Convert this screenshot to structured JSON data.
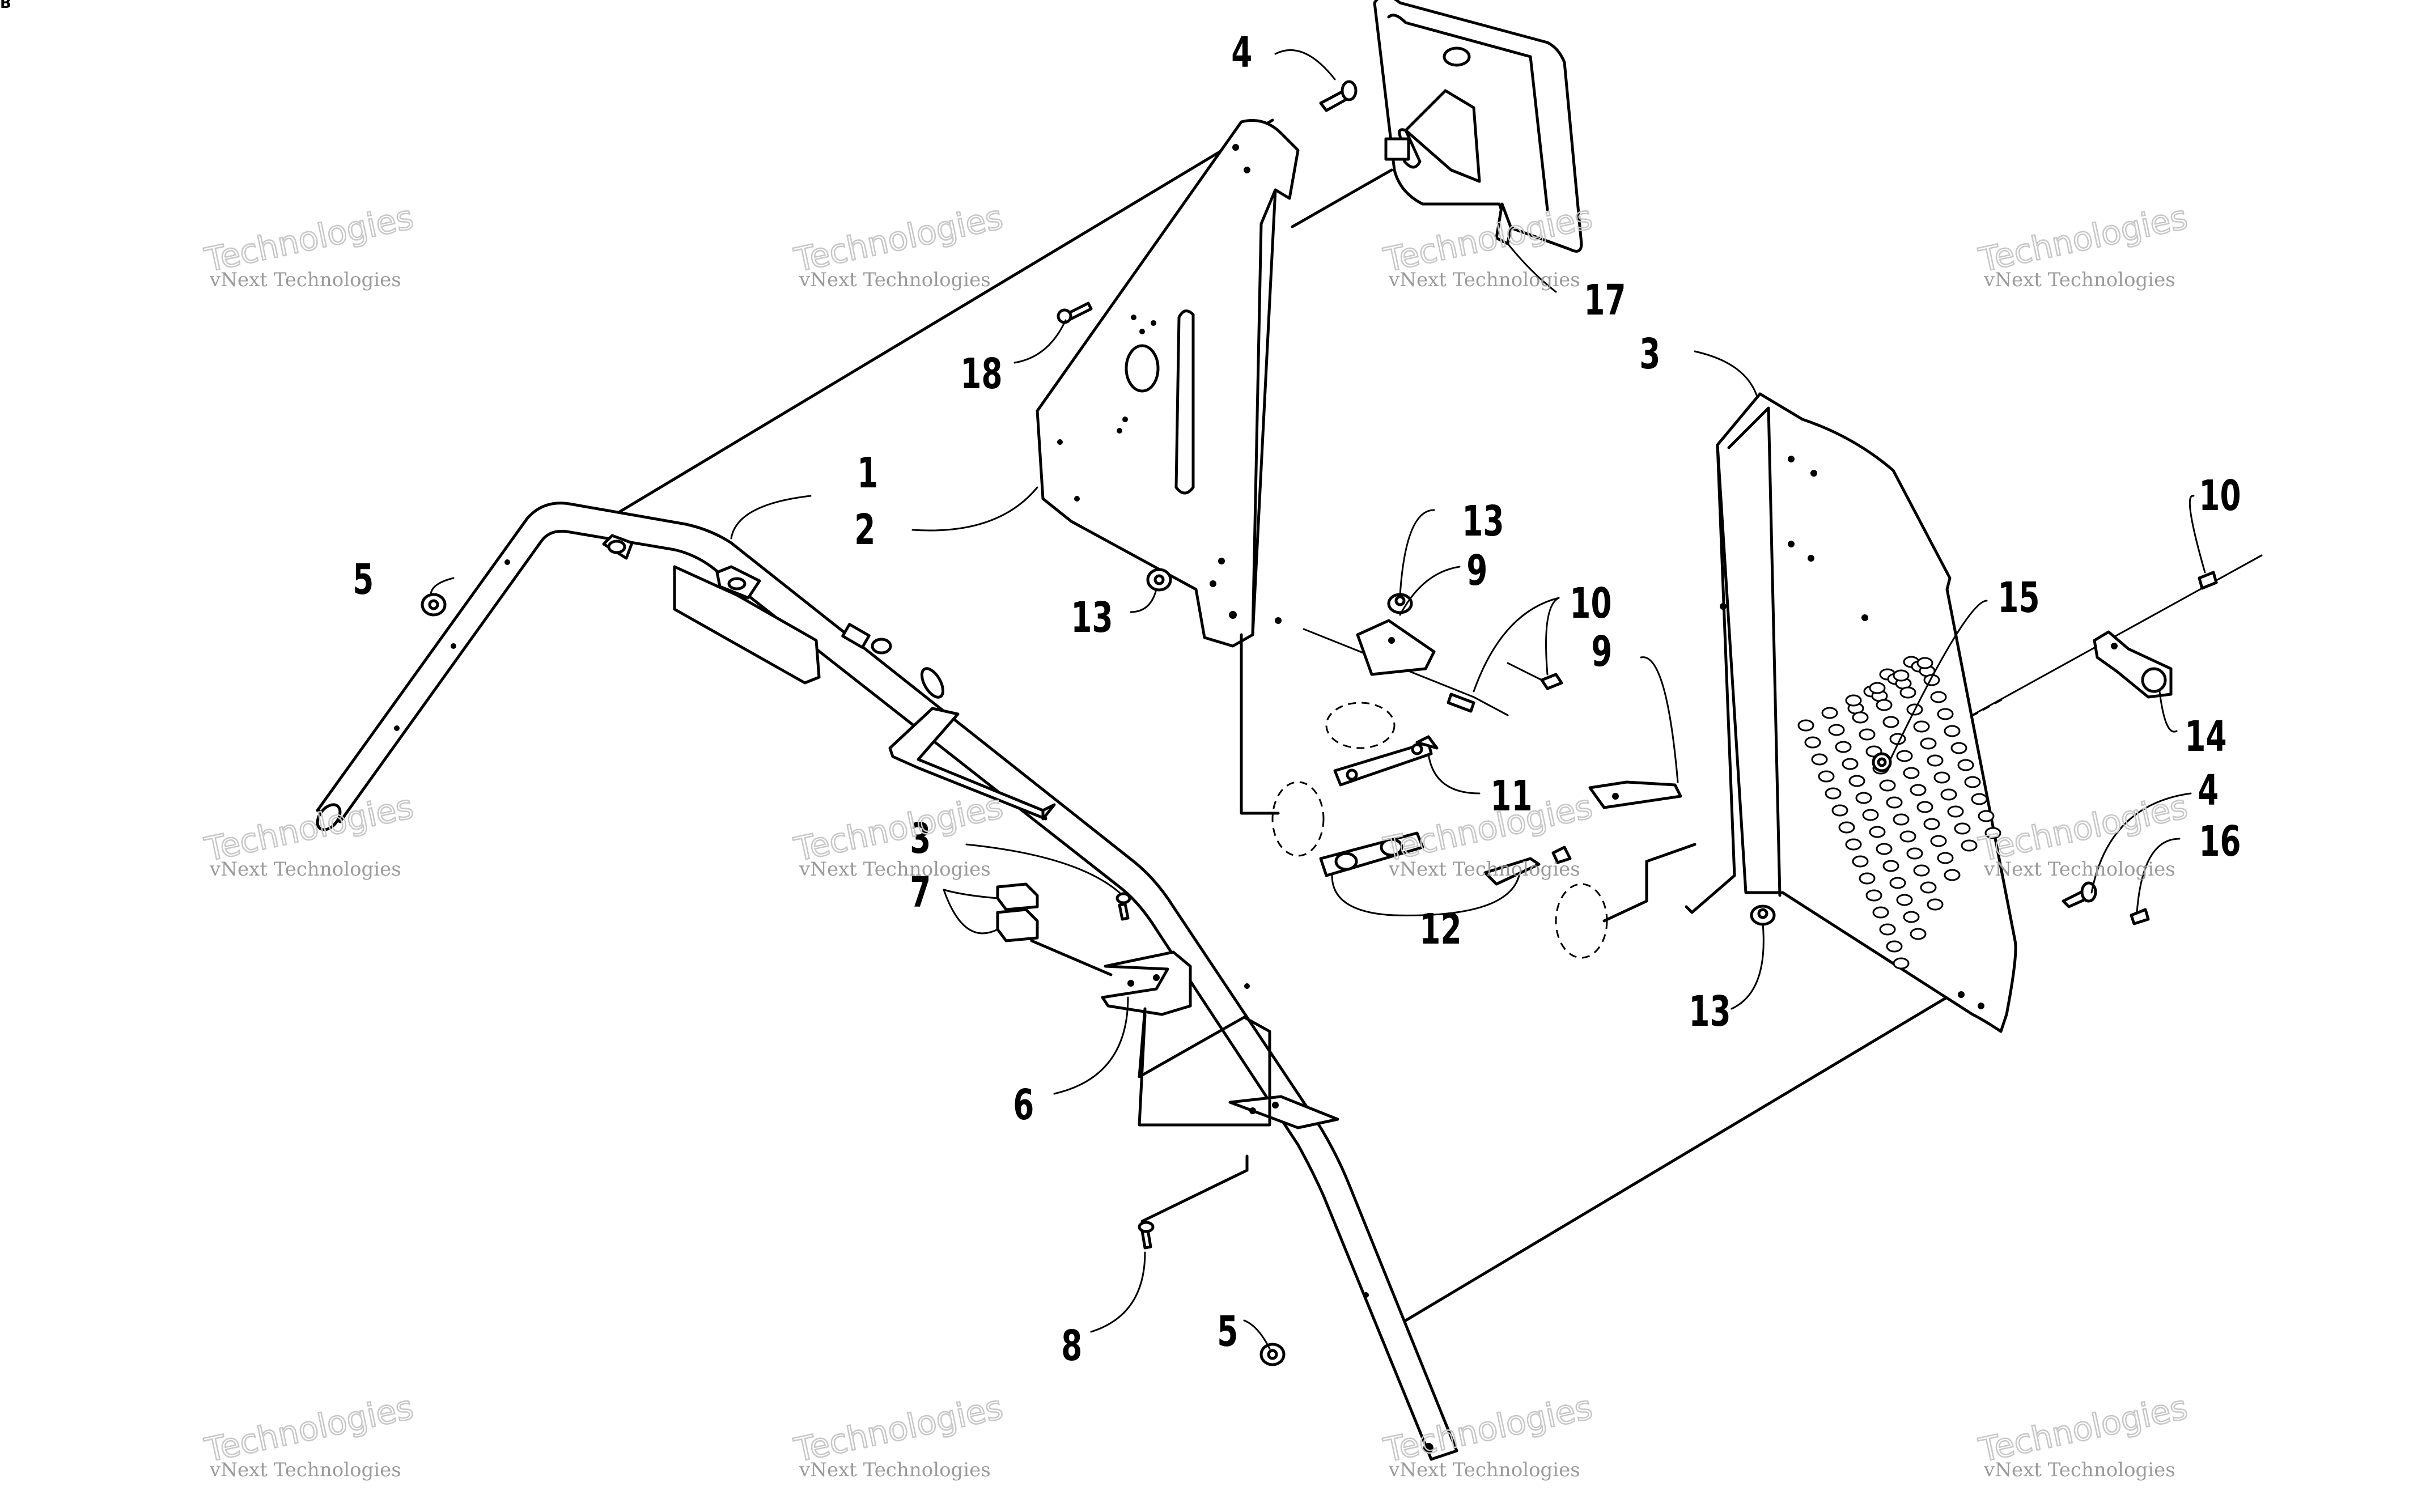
{
  "diagram": {
    "type": "exploded-parts-diagram",
    "corner_mark": "B",
    "callouts": [
      {
        "id": "callout-1",
        "label": "1"
      },
      {
        "id": "callout-2",
        "label": "2"
      },
      {
        "id": "callout-3-upper",
        "label": "3"
      },
      {
        "id": "callout-3-lower",
        "label": "3"
      },
      {
        "id": "callout-4-upper",
        "label": "4"
      },
      {
        "id": "callout-4-right",
        "label": "4"
      },
      {
        "id": "callout-5-left",
        "label": "5"
      },
      {
        "id": "callout-5-lower",
        "label": "5"
      },
      {
        "id": "callout-6",
        "label": "6"
      },
      {
        "id": "callout-7",
        "label": "7"
      },
      {
        "id": "callout-8",
        "label": "8"
      },
      {
        "id": "callout-9-left",
        "label": "9"
      },
      {
        "id": "callout-9-right",
        "label": "9"
      },
      {
        "id": "callout-10-center",
        "label": "10"
      },
      {
        "id": "callout-10-right",
        "label": "10"
      },
      {
        "id": "callout-11",
        "label": "11"
      },
      {
        "id": "callout-12",
        "label": "12"
      },
      {
        "id": "callout-13-upper",
        "label": "13"
      },
      {
        "id": "callout-13-left",
        "label": "13"
      },
      {
        "id": "callout-13-lower",
        "label": "13"
      },
      {
        "id": "callout-14",
        "label": "14"
      },
      {
        "id": "callout-15",
        "label": "15"
      },
      {
        "id": "callout-16",
        "label": "16"
      },
      {
        "id": "callout-17",
        "label": "17"
      },
      {
        "id": "callout-18",
        "label": "18"
      }
    ]
  },
  "watermark": {
    "brand_text": "vNext Technologies",
    "large_text": "Technologies"
  }
}
